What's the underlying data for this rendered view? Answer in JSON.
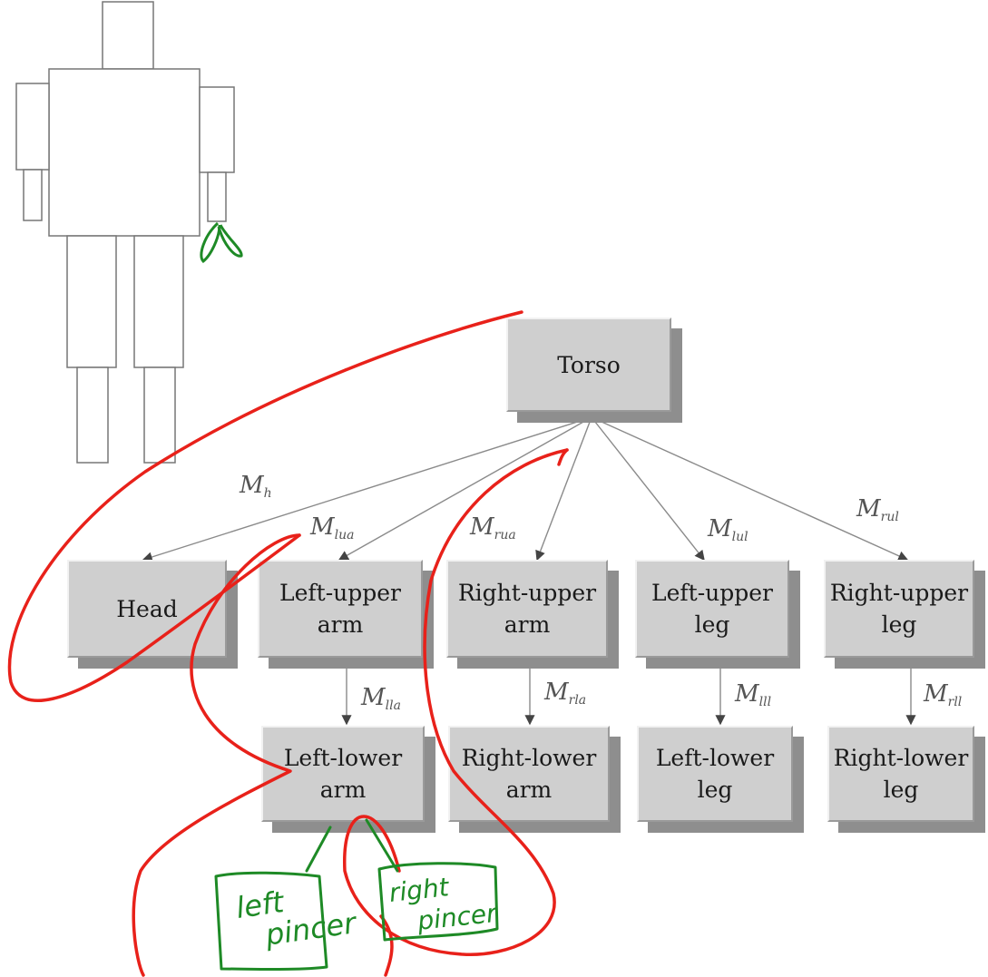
{
  "diagram": {
    "nodes": {
      "torso": "Torso",
      "head": "Head",
      "left_upper_arm": "Left-upper\narm",
      "right_upper_arm": "Right-upper\narm",
      "left_upper_leg": "Left-upper\nleg",
      "right_upper_leg": "Right-upper\nleg",
      "left_lower_arm": "Left-lower\narm",
      "right_lower_arm": "Right-lower\narm",
      "left_lower_leg": "Left-lower\nleg",
      "right_lower_leg": "Right-lower\nleg"
    },
    "edges": {
      "m_h": {
        "base": "M",
        "sub": "h"
      },
      "m_lua": {
        "base": "M",
        "sub": "lua"
      },
      "m_rua": {
        "base": "M",
        "sub": "rua"
      },
      "m_lul": {
        "base": "M",
        "sub": "lul"
      },
      "m_rul": {
        "base": "M",
        "sub": "rul"
      },
      "m_lla": {
        "base": "M",
        "sub": "lla"
      },
      "m_rla": {
        "base": "M",
        "sub": "rla"
      },
      "m_lll": {
        "base": "M",
        "sub": "lll"
      },
      "m_rll": {
        "base": "M",
        "sub": "rll"
      }
    },
    "annotations": {
      "left_pincer": "left\npincer",
      "right_pincer": "right\npincer"
    },
    "colors": {
      "node_fill": "#cfcfcf",
      "node_shadow": "#8e8e8e",
      "red_ink": "#e8211a",
      "green_ink": "#1e8a26"
    }
  }
}
